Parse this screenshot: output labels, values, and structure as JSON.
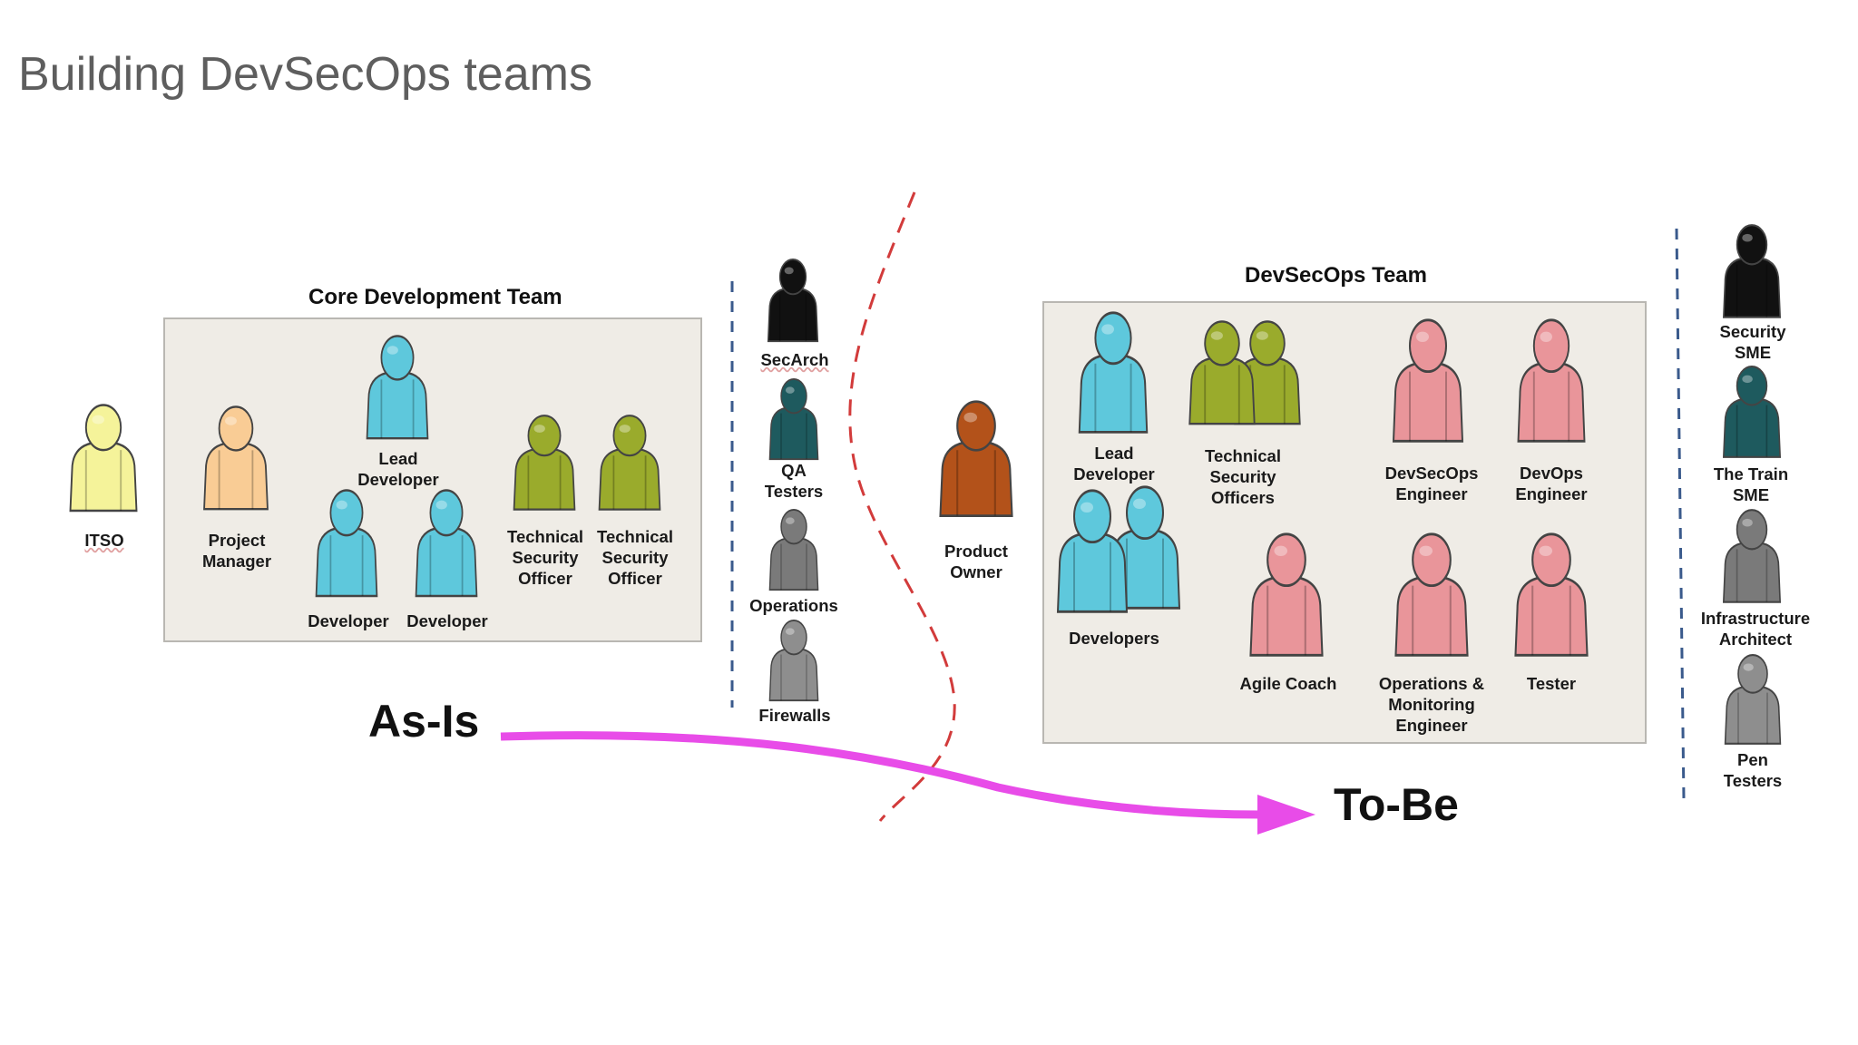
{
  "title": "Building DevSecOps teams",
  "core_team": {
    "title": "Core Development Team",
    "members": {
      "lead": "Lead\nDeveloper",
      "pm": "Project\nManager",
      "dev1": "Developer",
      "dev2": "Developer",
      "tso1": "Technical\nSecurity\nOfficer",
      "tso2": "Technical\nSecurity\nOfficer"
    }
  },
  "itso": "ITSO",
  "asis_side": {
    "secarch": "SecArch",
    "qa": "QA\nTesters",
    "ops": "Operations",
    "firewalls": "Firewalls"
  },
  "product_owner": "Product\nOwner",
  "devsecops_team": {
    "title": "DevSecOps Team",
    "members": {
      "lead": "Lead\nDeveloper",
      "tso": "Technical\nSecurity\nOfficers",
      "dso_eng": "DevSecOps\nEngineer",
      "devops_eng": "DevOps\nEngineer",
      "devs": "Developers",
      "agile": "Agile Coach",
      "ops_mon": "Operations &\nMonitoring\nEngineer",
      "tester": "Tester"
    }
  },
  "tobe_side": {
    "sec_sme": "Security\nSME",
    "train_sme": "The Train\nSME",
    "infra": "Infrastructure\nArchitect",
    "pen": "Pen\nTesters"
  },
  "as_is": "As-Is",
  "to_be": "To-Be",
  "colors": {
    "yellow": "#f5f39a",
    "peach": "#f9cc95",
    "blue": "#5ec8dc",
    "olive": "#9aab2c",
    "black": "#111111",
    "teal": "#1e5a5e",
    "gray": "#7a7a7a",
    "brown": "#b3521a",
    "pink": "#e9959a",
    "arrow": "#e84ce8",
    "divider": "#d23b3b",
    "dashes": "#3a5a8c"
  }
}
